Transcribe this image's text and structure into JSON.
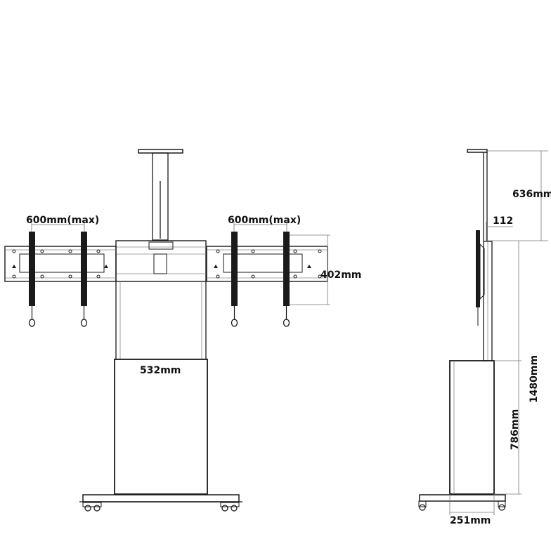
{
  "dimensions": {
    "plate_width_left": "600mm(max)",
    "plate_width_right": "600mm(max)",
    "plate_height": "402mm",
    "cabinet_width": "532mm",
    "top_extension": "636mm",
    "bracket_depth": "112",
    "total_height": "1480mm",
    "cabinet_height": "786mm",
    "base_depth": "251mm"
  }
}
